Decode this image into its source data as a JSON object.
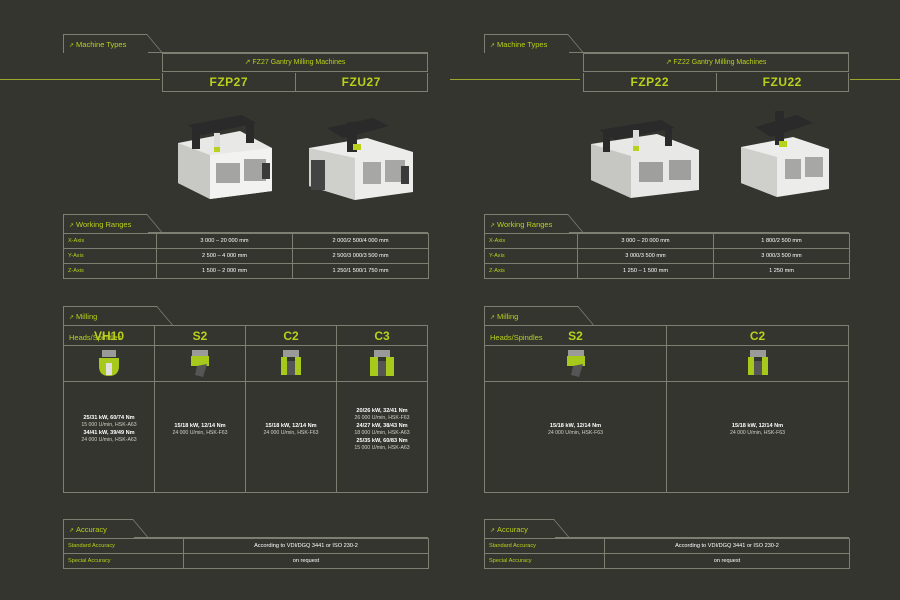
{
  "left": {
    "machine_types_label": "Machine Types",
    "series_label": "FZ27 Gantry Milling Machines",
    "models": [
      "FZP27",
      "FZU27"
    ],
    "working_ranges_label": "Working Ranges",
    "working_ranges": [
      {
        "axis": "X-Axis",
        "v1": "3 000 – 20 000 mm",
        "v2": "2 000/2 500/4 000 mm"
      },
      {
        "axis": "Y-Axis",
        "v1": "2 500 – 4 000 mm",
        "v2": "2 500/3 000/3 500 mm"
      },
      {
        "axis": "Z-Axis",
        "v1": "1 500 – 2 000 mm",
        "v2": "1 250/1 500/1 750 mm"
      }
    ],
    "heads_label": "Milling Heads/Spindles",
    "heads": [
      {
        "name": "VH10",
        "specs": [
          {
            "main": "25/31 kW, 60/74 Nm",
            "sub": "15 000 U/min, HSK-A63"
          },
          {
            "main": "34/41 kW, 39/49 Nm",
            "sub": "24 000 U/min, HSK-A63"
          }
        ]
      },
      {
        "name": "S2",
        "specs": [
          {
            "main": "15/18 kW, 12/14 Nm",
            "sub": "24 000 U/min, HSK-F63"
          }
        ]
      },
      {
        "name": "C2",
        "specs": [
          {
            "main": "15/18 kW, 12/14 Nm",
            "sub": "24 000 U/min, HSK-F63"
          }
        ]
      },
      {
        "name": "C3",
        "specs": [
          {
            "main": "20/26 kW, 32/41 Nm",
            "sub": "26 000 U/min, HSK-F63"
          },
          {
            "main": "24/27 kW, 38/43 Nm",
            "sub": "18 000 U/min, HSK-A63"
          },
          {
            "main": "25/35 kW, 60/83 Nm",
            "sub": "15 000 U/min, HSK-A63"
          }
        ]
      }
    ],
    "accuracy_label": "Accuracy",
    "accuracy": [
      {
        "label": "Standard Accuracy",
        "value": "According to VDI/DGQ 3441 or ISO 230-2"
      },
      {
        "label": "Special Accuracy",
        "value": "on request"
      }
    ]
  },
  "right": {
    "machine_types_label": "Machine Types",
    "series_label": "FZ22 Gantry Milling Machines",
    "models": [
      "FZP22",
      "FZU22"
    ],
    "working_ranges_label": "Working Ranges",
    "working_ranges": [
      {
        "axis": "X-Axis",
        "v1": "3 000 – 20 000 mm",
        "v2": "1 800/2 500 mm"
      },
      {
        "axis": "Y-Axis",
        "v1": "3 000/3 500 mm",
        "v2": "3 000/3 500 mm"
      },
      {
        "axis": "Z-Axis",
        "v1": "1 250 – 1 500 mm",
        "v2": "1 250 mm"
      }
    ],
    "heads_label": "Milling Heads/Spindles",
    "heads": [
      {
        "name": "S2",
        "specs": [
          {
            "main": "15/18 kW, 12/14 Nm",
            "sub": "24 000 U/min, HSK-F63"
          }
        ]
      },
      {
        "name": "C2",
        "specs": [
          {
            "main": "15/18 kW, 12/14 Nm",
            "sub": "24 000 U/min, HSK-F63"
          }
        ]
      }
    ],
    "accuracy_label": "Accuracy",
    "accuracy": [
      {
        "label": "Standard Accuracy",
        "value": "According to VDI/DGQ 3441 or ISO 230-2"
      },
      {
        "label": "Special Accuracy",
        "value": "on request"
      }
    ]
  },
  "colors": {
    "background": "#34352f",
    "accent": "#b9d11b",
    "rule": "#7d7f73"
  }
}
